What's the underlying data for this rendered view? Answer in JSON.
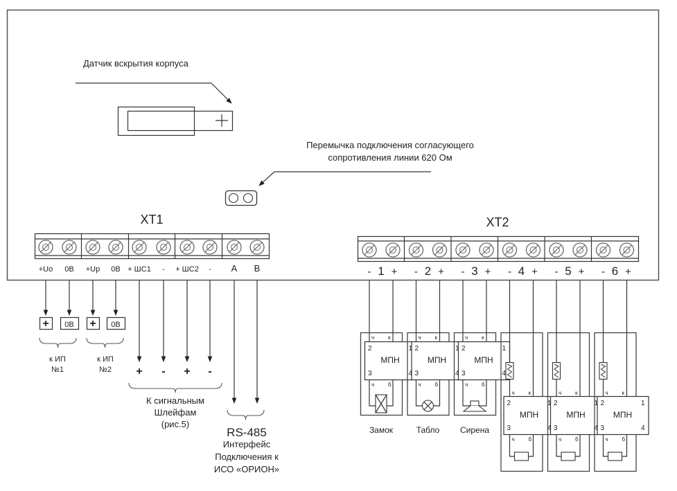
{
  "colors": {
    "line": "#333333",
    "background": "#ffffff",
    "text": "#222222"
  },
  "labels": {
    "tamper_sensor": "Датчик вскрытия корпуса",
    "jumper_line1": "Перемычка подключения согласующего",
    "jumper_line2": "сопротивления линии 620 Ом",
    "xt1": "XT1",
    "xt2": "XT2",
    "psu1_line1": "к ИП",
    "psu1_line2": "№1",
    "psu2_line1": "к ИП",
    "psu2_line2": "№2",
    "loops_line1": "К сигнальным",
    "loops_line2": "Шлейфам",
    "loops_line3": "(рис.5)",
    "rs485_title": "RS-485",
    "rs485_line1": "Интерфейс",
    "rs485_line2": "Подключения к",
    "rs485_line3": "ИСО «ОРИОН»"
  },
  "xt1_terminals": [
    "+Uo",
    "0В",
    "+Up",
    "0В",
    "+ ШС1",
    "-",
    "+ ШС2",
    "-",
    "A",
    "B"
  ],
  "xt2_terminals": [
    {
      "minus": "-",
      "num": "1",
      "plus": "+"
    },
    {
      "minus": "-",
      "num": "2",
      "plus": "+"
    },
    {
      "minus": "-",
      "num": "3",
      "plus": "+"
    },
    {
      "minus": "-",
      "num": "4",
      "plus": "+"
    },
    {
      "minus": "-",
      "num": "5",
      "plus": "+"
    },
    {
      "minus": "-",
      "num": "6",
      "plus": "+"
    }
  ],
  "psu_boxes": [
    "+",
    "0В",
    "+",
    "0В"
  ],
  "loop_signs": [
    "+",
    "-",
    "+",
    "-"
  ],
  "relay": {
    "name": "МПН",
    "pin2": "2",
    "pin1": "1",
    "pin3": "3",
    "pin4": "4",
    "wire_top_left": "ч",
    "wire_top_right": "к",
    "wire_bottom_left": "ч",
    "wire_bottom_right": "б"
  },
  "loads": [
    {
      "label": "Замок",
      "type": "lock"
    },
    {
      "label": "Табло",
      "type": "lamp"
    },
    {
      "label": "Сирена",
      "type": "siren"
    },
    {
      "label": "",
      "type": "resistor"
    },
    {
      "label": "",
      "type": "resistor"
    },
    {
      "label": "",
      "type": "resistor"
    }
  ]
}
